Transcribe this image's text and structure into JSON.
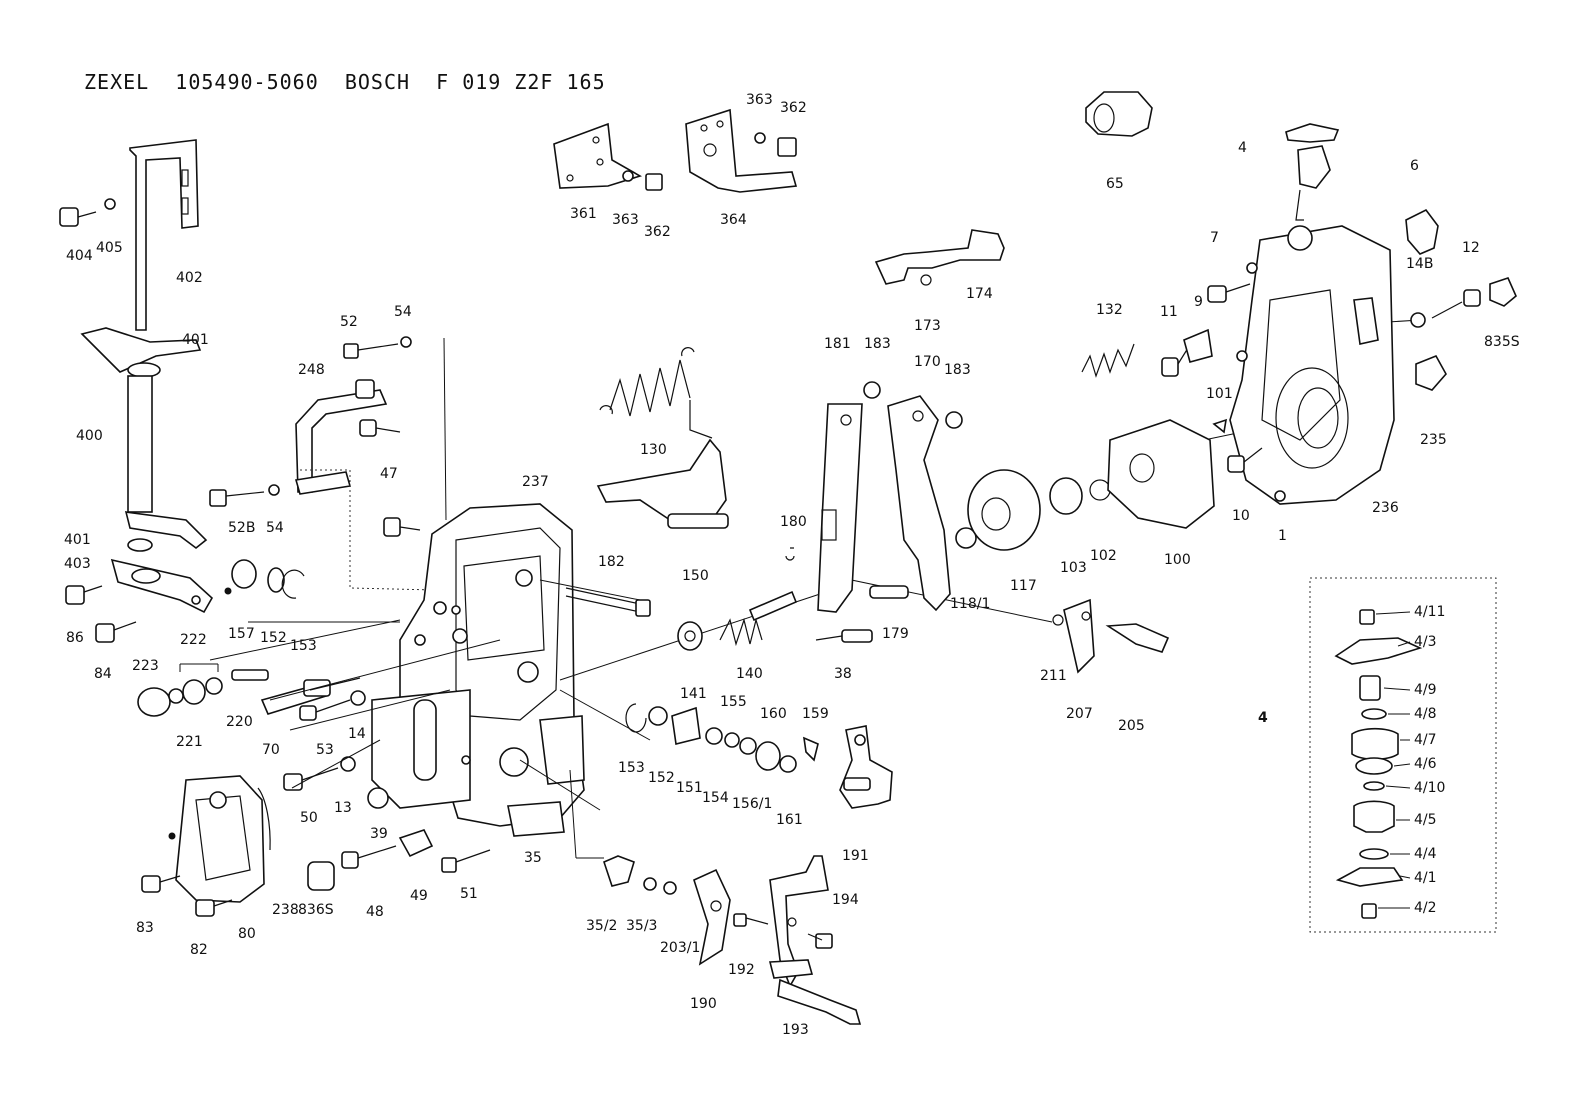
{
  "title": "ZEXEL  105490-5060  BOSCH  F 019 Z2F 165",
  "inset_label": "4",
  "labels": {
    "l404": "404",
    "l405": "405",
    "l402": "402",
    "l401a": "401",
    "l400": "400",
    "l401b": "401",
    "l403": "403",
    "l86": "86",
    "l84": "84",
    "l52": "52",
    "l54a": "54",
    "l248": "248",
    "l52B": "52B",
    "l54b": "54",
    "l47": "47",
    "l157": "157",
    "l152a": "152",
    "l153a": "153",
    "l222": "222",
    "l223": "223",
    "l221": "221",
    "l220": "220",
    "l70": "70",
    "l53": "53",
    "l14": "14",
    "l50": "50",
    "l13": "13",
    "l39": "39",
    "l83": "83",
    "l82": "82",
    "l80": "80",
    "l238": "238",
    "l836S": "836S",
    "l48": "48",
    "l49": "49",
    "l51": "51",
    "l35": "35",
    "l237": "237",
    "l182": "182",
    "l361": "361",
    "l363a": "363",
    "l362a": "362",
    "l363b": "363",
    "l362b": "362",
    "l364": "364",
    "l130": "130",
    "l150": "150",
    "l141": "141",
    "l140": "140",
    "l153b": "153",
    "l152b": "152",
    "l151": "151",
    "l154": "154",
    "l155": "155",
    "l156_1": "156/1",
    "l160": "160",
    "l159": "159",
    "l161": "161",
    "l191": "191",
    "l35_2": "35/2",
    "l35_3": "35/3",
    "l203_1": "203/1",
    "l190": "190",
    "l192": "192",
    "l193": "193",
    "l194": "194",
    "l174": "174",
    "l173": "173",
    "l181": "181",
    "l183a": "183",
    "l170": "170",
    "l183b": "183",
    "l180": "180",
    "l179": "179",
    "l38": "38",
    "l118_1": "118/1",
    "l117": "117",
    "l103": "103",
    "l102": "102",
    "l100": "100",
    "l132": "132",
    "l11": "11",
    "l9": "9",
    "l101": "101",
    "l211": "211",
    "l207": "207",
    "l205": "205",
    "l65": "65",
    "l4": "4",
    "l6": "6",
    "l7": "7",
    "l14B": "14B",
    "l12": "12",
    "l835S": "835S",
    "l235": "235",
    "l236": "236",
    "l10": "10",
    "l1": "1",
    "l4_11": "4/11",
    "l4_3": "4/3",
    "l4_9": "4/9",
    "l4_8": "4/8",
    "l4_7": "4/7",
    "l4_6": "4/6",
    "l4_10": "4/10",
    "l4_5": "4/5",
    "l4_4": "4/4",
    "l4_1": "4/1",
    "l4_2": "4/2"
  }
}
